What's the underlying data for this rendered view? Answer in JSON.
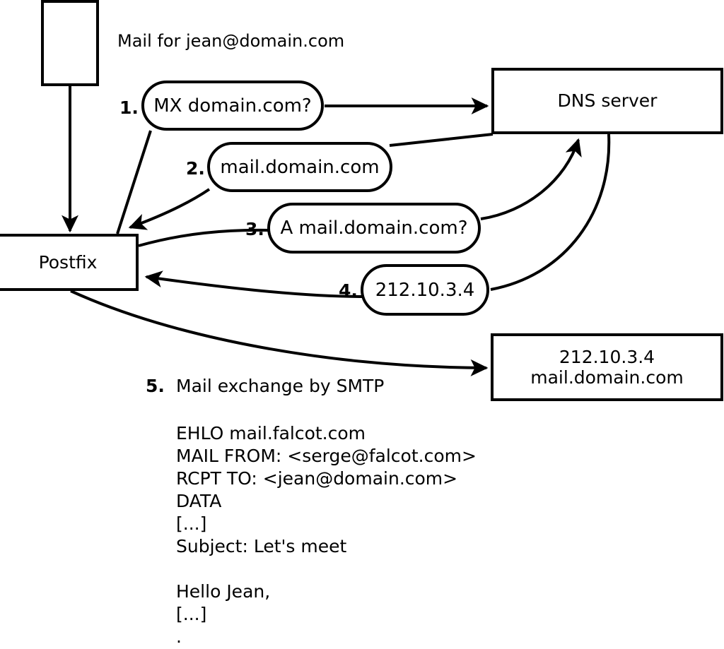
{
  "diagram": {
    "title_note": "Mail for jean@domain.com",
    "nodes": {
      "sender_box": {
        "label": ""
      },
      "postfix": {
        "label": "Postfix"
      },
      "dns_server": {
        "label": "DNS server"
      },
      "mail_server": {
        "label": "212.10.3.4\nmail.domain.com"
      }
    },
    "steps": [
      {
        "num": "1.",
        "message": "MX domain.com?"
      },
      {
        "num": "2.",
        "message": "mail.domain.com"
      },
      {
        "num": "3.",
        "message": "A mail.domain.com?"
      },
      {
        "num": "4.",
        "message": "212.10.3.4"
      },
      {
        "num": "5.",
        "message": "Mail exchange by SMTP"
      }
    ],
    "smtp_transcript": "EHLO mail.falcot.com\nMAIL FROM: <serge@falcot.com>\nRCPT TO: <jean@domain.com>\nDATA\n[...]\nSubject: Let's meet\n\nHello Jean,\n[...]\n."
  },
  "colors": {
    "stroke": "#000000",
    "background": "#ffffff",
    "text": "#000000"
  }
}
